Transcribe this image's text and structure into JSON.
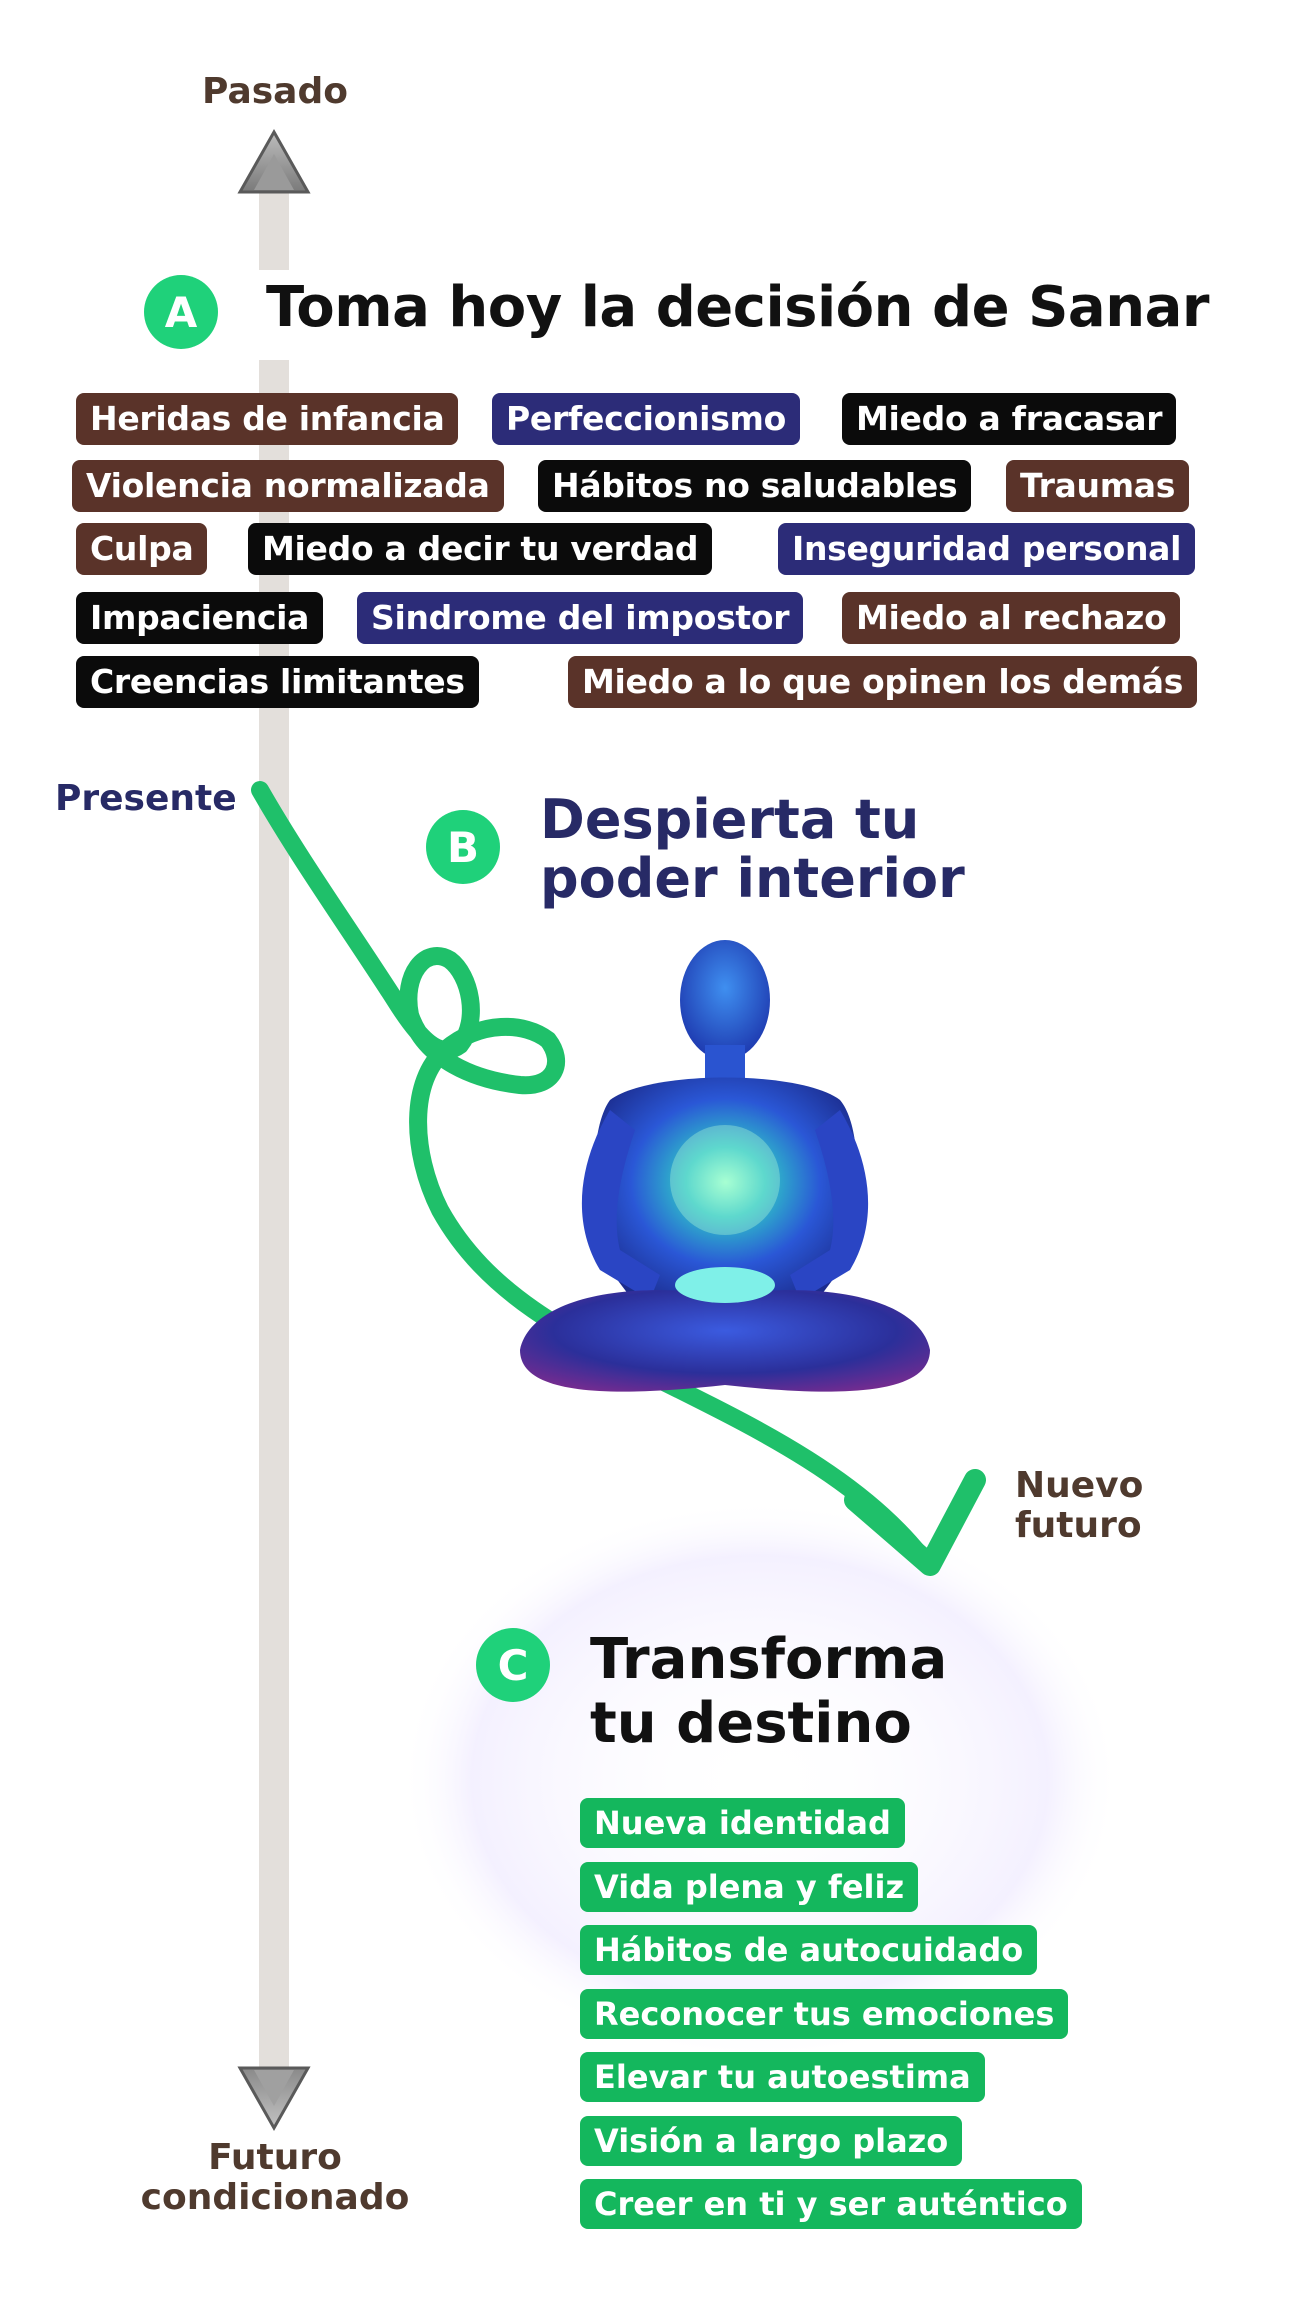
{
  "timeline": {
    "past_label": "Pasado",
    "present_label": "Presente",
    "future_label_line1": "Futuro",
    "future_label_line2": "condicionado",
    "new_future_line1": "Nuevo",
    "new_future_line2": "futuro"
  },
  "section_a": {
    "badge": "A",
    "title": "Toma hoy la decisión de Sanar",
    "chips": [
      {
        "text": "Heridas de infancia",
        "color": "brown"
      },
      {
        "text": "Perfeccionismo",
        "color": "navy"
      },
      {
        "text": "Miedo a fracasar",
        "color": "black"
      },
      {
        "text": "Violencia normalizada",
        "color": "brown"
      },
      {
        "text": "Hábitos no saludables",
        "color": "black"
      },
      {
        "text": "Traumas",
        "color": "brown"
      },
      {
        "text": "Culpa",
        "color": "brown"
      },
      {
        "text": "Miedo a decir tu verdad",
        "color": "black"
      },
      {
        "text": "Inseguridad personal",
        "color": "navy"
      },
      {
        "text": "Impaciencia",
        "color": "black"
      },
      {
        "text": "Sindrome del impostor",
        "color": "navy"
      },
      {
        "text": "Miedo al rechazo",
        "color": "brown"
      },
      {
        "text": "Creencias limitantes",
        "color": "black"
      },
      {
        "text": "Miedo a lo que opinen los demás",
        "color": "brown"
      }
    ]
  },
  "section_b": {
    "badge": "B",
    "title_line1": "Despierta tu",
    "title_line2": "poder interior"
  },
  "section_c": {
    "badge": "C",
    "title_line1": "Transforma",
    "title_line2": "tu destino",
    "chips": [
      "Nueva identidad",
      "Vida plena y feliz",
      "Hábitos de autocuidado",
      "Reconocer tus emociones",
      "Elevar tu autoestima",
      "Visión a largo plazo",
      "Creer en ti y ser auténtico"
    ]
  },
  "colors": {
    "brown": "#5a3329",
    "navy": "#2c2c78",
    "black": "#0b0b0b",
    "green": "#1fd17a",
    "chip_green": "#14b75d"
  }
}
